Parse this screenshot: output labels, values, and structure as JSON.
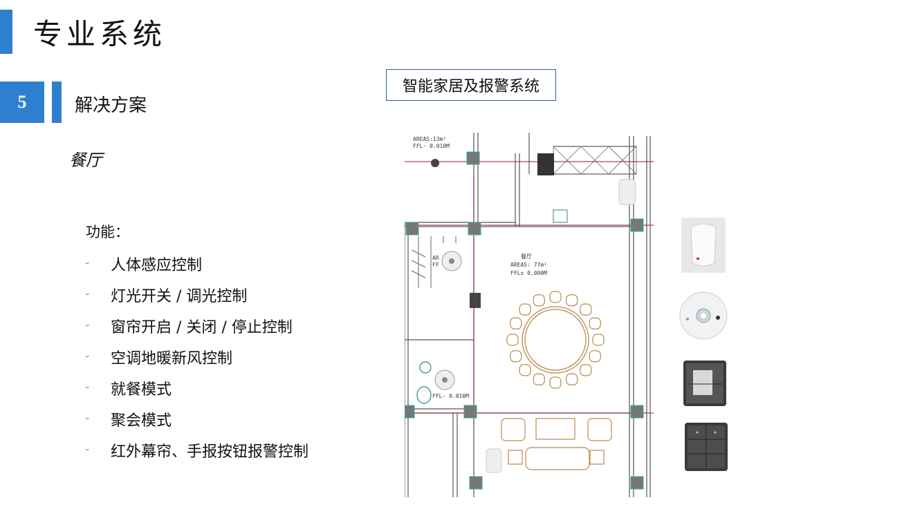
{
  "header": {
    "title": "专业系统"
  },
  "section": {
    "number": "5",
    "title": "解决方案"
  },
  "room": {
    "name": "餐厅"
  },
  "features": {
    "heading": "功能：",
    "bullet": "ᵕ",
    "items": [
      "人体感应控制",
      "灯光开关 / 调光控制",
      "窗帘开启 / 关闭 / 停止控制",
      "空调地暖新风控制",
      "就餐模式",
      "聚会模式",
      "红外幕帘、手报按钮报警控制"
    ]
  },
  "system": {
    "title": "智能家居及报警系统"
  },
  "floorplan": {
    "area1": "AREAS:13m²",
    "ffl1": "FFL- 0.010M",
    "room_name": "餐厅",
    "area2": "AREAS: 77m²",
    "ffl2": "FFL± 0.000M",
    "ffl3": "FFL- 0.010M",
    "partial": "AR",
    "partial2": "FF"
  },
  "devices": [
    {
      "name": "infrared-curtain-detector",
      "icon": "motion-sensor-icon"
    },
    {
      "name": "ceiling-presence-sensor",
      "icon": "ceiling-sensor-icon"
    },
    {
      "name": "smart-control-panel",
      "icon": "control-panel-icon"
    },
    {
      "name": "scene-switch-panel",
      "icon": "switch-panel-icon"
    }
  ],
  "colors": {
    "accent": "#2f7fd0",
    "box_border": "#2f5f9a",
    "plan_line": "#555555",
    "furniture": "#b8894e",
    "wire": "#8b1a1a"
  }
}
